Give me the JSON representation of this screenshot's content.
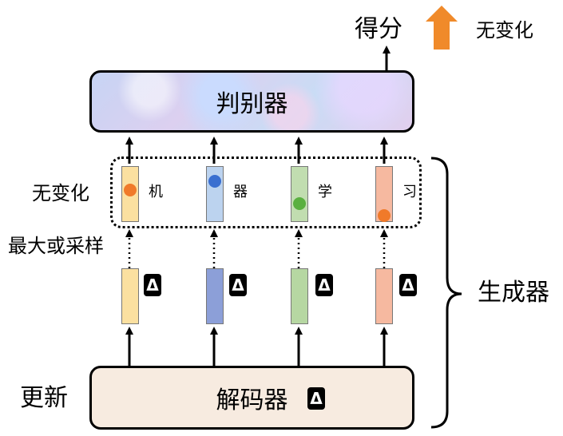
{
  "score": {
    "label": "得分",
    "status": "无变化",
    "arrow_color": "#f08a2a"
  },
  "discriminator": {
    "label": "判别器"
  },
  "decoder": {
    "label": "解码器",
    "delta": "Δ"
  },
  "left_labels": {
    "unchanged": "无变化",
    "sampling": "最大或采样",
    "update": "更新"
  },
  "generator": {
    "label": "生成器"
  },
  "tokens": [
    {
      "char": "机",
      "bar_color": "#fbe0a0",
      "dot_color": "#f07a2a",
      "delta": "Δ",
      "emb_color": "#fbe0a0"
    },
    {
      "char": "器",
      "bar_color": "#bcd3ef",
      "dot_color": "#3a6fd0",
      "delta": "Δ",
      "emb_color": "#8c9fd8"
    },
    {
      "char": "学",
      "bar_color": "#c1ddb0",
      "dot_color": "#5ab040",
      "delta": "Δ",
      "emb_color": "#b6d7a2"
    },
    {
      "char": "习",
      "bar_color": "#f6b9a0",
      "dot_color": "#f07a2a",
      "delta": "Δ",
      "emb_color": "#f6b9a0"
    }
  ]
}
